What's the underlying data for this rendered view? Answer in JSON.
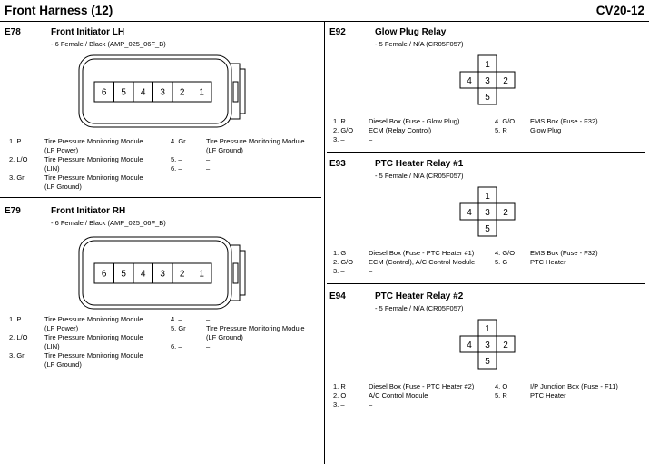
{
  "header": {
    "title": "Front Harness (12)",
    "code": "CV20-12"
  },
  "connectors": [
    {
      "id": "E78",
      "name": "Front Initiator LH",
      "type": "- 6 Female / Black (AMP_025_06F_B)",
      "cavities": [
        "6",
        "5",
        "4",
        "3",
        "2",
        "1"
      ],
      "pins": [
        {
          "label": "1. P",
          "l1": "Tire Pressure Monitoring Module",
          "l2": "(LF Power)"
        },
        {
          "label": "2. L/O",
          "l1": "Tire Pressure Monitoring Module",
          "l2": "(LIN)"
        },
        {
          "label": "3. Gr",
          "l1": "Tire Pressure Monitoring Module",
          "l2": "(LF Ground)"
        },
        {
          "label": "4. Gr",
          "l1": "Tire Pressure Monitoring Module",
          "l2": "(LF Ground)"
        },
        {
          "label": "5. –",
          "l1": "–",
          "l2": ""
        },
        {
          "label": "6. –",
          "l1": "–",
          "l2": ""
        }
      ]
    },
    {
      "id": "E79",
      "name": "Front Initiator RH",
      "type": "- 6 Female / Black (AMP_025_06F_B)",
      "cavities": [
        "6",
        "5",
        "4",
        "3",
        "2",
        "1"
      ],
      "pins": [
        {
          "label": "1. P",
          "l1": "Tire Pressure Monitoring Module",
          "l2": "(LF Power)"
        },
        {
          "label": "2. L/O",
          "l1": "Tire Pressure Monitoring Module",
          "l2": "(LIN)"
        },
        {
          "label": "3. Gr",
          "l1": "Tire Pressure Monitoring Module",
          "l2": "(LF Ground)"
        },
        {
          "label": "4. –",
          "l1": "–",
          "l2": ""
        },
        {
          "label": "5. Gr",
          "l1": "Tire Pressure Monitoring Module",
          "l2": "(LF Ground)"
        },
        {
          "label": "6. –",
          "l1": "–",
          "l2": ""
        }
      ]
    },
    {
      "id": "E92",
      "name": "Glow Plug Relay",
      "type": "- 5 Female / N/A (CR05F057)",
      "cavities": [
        "1",
        "4",
        "3",
        "2",
        "5"
      ],
      "pins": [
        {
          "label": "1. R",
          "l1": "Diesel Box (Fuse - Glow Plug)"
        },
        {
          "label": "2. G/O",
          "l1": "ECM (Relay Control)"
        },
        {
          "label": "3. –",
          "l1": "–"
        },
        {
          "label": "4. G/O",
          "l1": "EMS Box (Fuse - F32)"
        },
        {
          "label": "5. R",
          "l1": "Glow Plug"
        }
      ]
    },
    {
      "id": "E93",
      "name": "PTC Heater Relay #1",
      "type": "- 5 Female / N/A (CR05F057)",
      "cavities": [
        "1",
        "4",
        "3",
        "2",
        "5"
      ],
      "pins": [
        {
          "label": "1. G",
          "l1": "Diesel Box (Fuse - PTC Heater #1)"
        },
        {
          "label": "2. G/O",
          "l1": "ECM (Control), A/C Control Module"
        },
        {
          "label": "3. –",
          "l1": "–"
        },
        {
          "label": "4. G/O",
          "l1": "EMS Box (Fuse - F32)"
        },
        {
          "label": "5. G",
          "l1": "PTC Heater"
        }
      ]
    },
    {
      "id": "E94",
      "name": "PTC Heater Relay #2",
      "type": "- 5 Female / N/A (CR05F057)",
      "cavities": [
        "1",
        "4",
        "3",
        "2",
        "5"
      ],
      "pins": [
        {
          "label": "1. R",
          "l1": "Diesel Box (Fuse - PTC Heater #2)"
        },
        {
          "label": "2. O",
          "l1": "A/C Control Module"
        },
        {
          "label": "3. –",
          "l1": "–"
        },
        {
          "label": "4. O",
          "l1": "I/P Junction Box (Fuse - F11)"
        },
        {
          "label": "5. R",
          "l1": "PTC Heater"
        }
      ]
    }
  ]
}
